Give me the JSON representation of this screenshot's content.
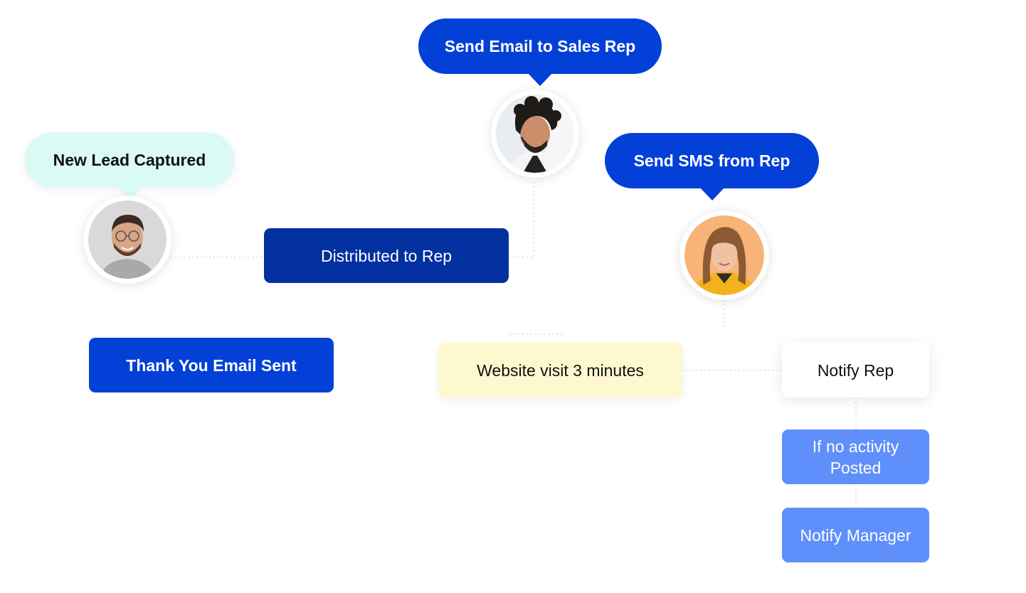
{
  "bubbles": {
    "new_lead": "New Lead Captured",
    "send_email": "Send Email to Sales Rep",
    "send_sms": "Send SMS from Rep"
  },
  "nodes": {
    "distributed": "Distributed to Rep",
    "thank_you": "Thank You Email Sent",
    "website_visit": "Website visit 3 minutes",
    "notify_rep": "Notify Rep",
    "no_activity": "If no activity Posted",
    "notify_manager": "Notify Manager"
  },
  "avatars": {
    "lead": "lead-man-glasses-avatar",
    "sales_rep": "sales-rep-headset-avatar",
    "rep_woman": "rep-woman-avatar"
  },
  "colors": {
    "brand_blue": "#0340d8",
    "dark_blue": "#0330a0",
    "light_blue": "#5f8ffa",
    "mint": "#dafaf6",
    "pale_yellow": "#fdf8d0",
    "text_dark": "#111111",
    "connector": "#d6dae4"
  }
}
